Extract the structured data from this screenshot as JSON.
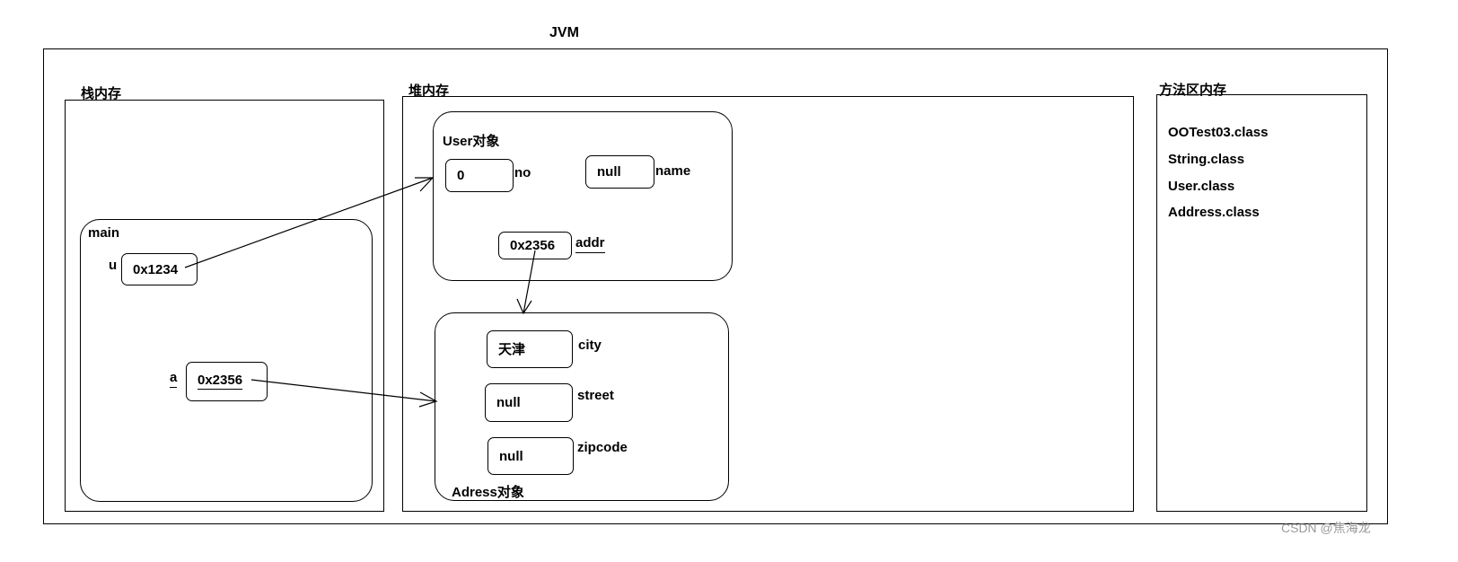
{
  "jvm": {
    "title": "JVM",
    "stack": {
      "title": "栈内存",
      "frame_name": "main",
      "vars": [
        {
          "name": "u",
          "value": "0x1234"
        },
        {
          "name": "a",
          "value": "0x2356"
        }
      ]
    },
    "heap": {
      "title": "堆内存",
      "user_object": {
        "title": "User对象",
        "fields": [
          {
            "name": "no",
            "value": "0"
          },
          {
            "name": "name",
            "value": "null"
          },
          {
            "name": "addr",
            "value": "0x2356"
          }
        ]
      },
      "address_object": {
        "title": "Adress对象",
        "fields": [
          {
            "name": "city",
            "value": "天津"
          },
          {
            "name": "street",
            "value": "null"
          },
          {
            "name": "zipcode",
            "value": "null"
          }
        ]
      }
    },
    "method_area": {
      "title": "方法区内存",
      "classes": [
        "OOTest03.class",
        "String.class",
        "User.class",
        "Address.class"
      ]
    }
  },
  "watermark": "CSDN @焦海龙"
}
